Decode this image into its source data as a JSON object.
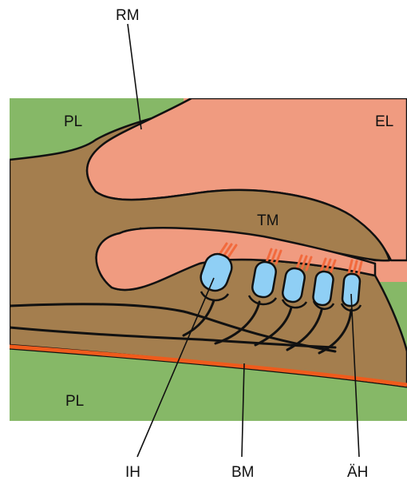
{
  "labels": {
    "reissner_membrane": "RM",
    "perilymph_upper": "PL",
    "endolymph": "EL",
    "tectorial_membrane": "TM",
    "perilymph_lower": "PL",
    "inner_hair_cell": "IH",
    "basilar_membrane": "BM",
    "outer_hair_cells": "ÄH"
  },
  "colors": {
    "perilymph": "#86b867",
    "endolymph": "#f09b80",
    "tissue": "#a47e4e",
    "hair_cell": "#8fcff5",
    "stereocilia": "#f26a3d",
    "basilar_membrane": "#ef5b1c",
    "outline": "#111111"
  }
}
